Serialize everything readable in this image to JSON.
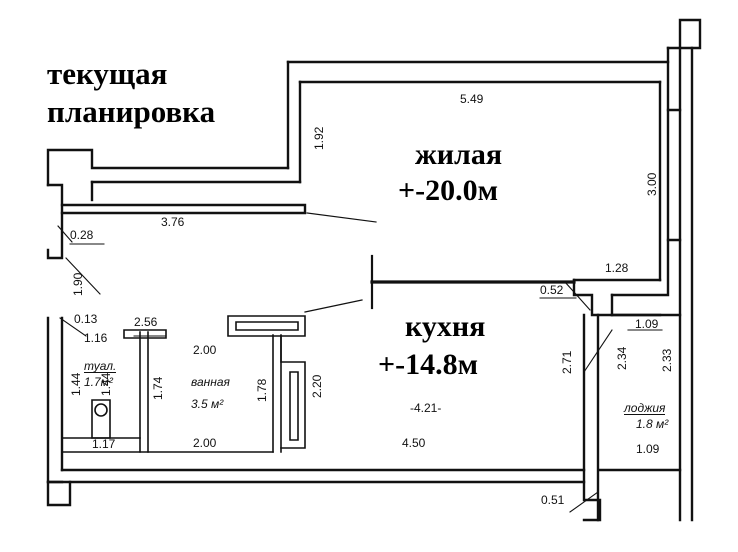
{
  "title": {
    "line1": "текущая",
    "line2": "планировка"
  },
  "rooms": {
    "living": {
      "name": "жилая",
      "area": "+-20.0м"
    },
    "kitchen": {
      "name": "кухня",
      "area": "+-14.8м"
    },
    "toilet": {
      "name": "туал.",
      "area": "1.7м²"
    },
    "bath": {
      "name": "ванная",
      "area": "3.5 м²"
    },
    "loggia": {
      "name": "лоджия",
      "area": "1.8 м²"
    }
  },
  "dimensions": {
    "d_5_49": "5.49",
    "d_1_92": "1.92",
    "d_3_00": "3.00",
    "d_3_76": "3.76",
    "d_0_28": "0.28",
    "d_1_90": "1.90",
    "d_1_28": "1.28",
    "d_0_52": "0.52",
    "d_1_09_top": "1.09",
    "d_0_13": "0.13",
    "d_1_16": "1.16",
    "d_2_56": "2.56",
    "d_2_00_top": "2.00",
    "d_2_20": "2.20",
    "d_1_44_a": "1.44",
    "d_1_44_b": "1.44",
    "d_1_74": "1.74",
    "d_1_78": "1.78",
    "d_2_71": "2.71",
    "d_2_34": "2.34",
    "d_2_33": "2.33",
    "d_4_21": "-4.21-",
    "d_1_17": "1.17",
    "d_2_00_bottom": "2.00",
    "d_4_50": "4.50",
    "d_1_09_bottom": "1.09",
    "d_0_51": "0.51"
  }
}
